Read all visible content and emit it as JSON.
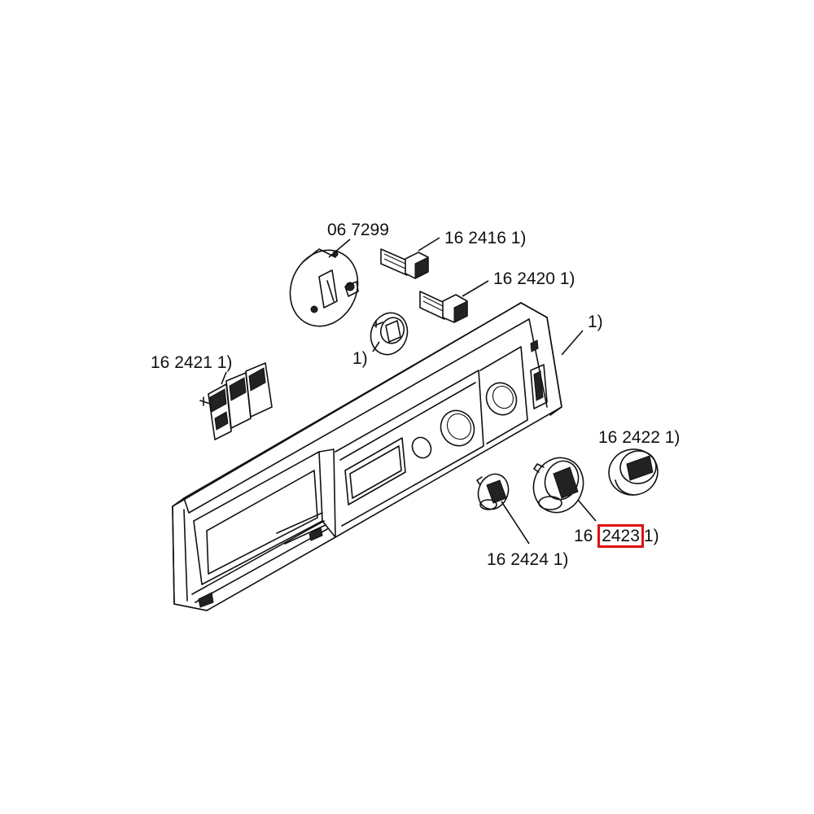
{
  "labels": {
    "part_067299": "06 7299",
    "part_162416": "16 2416 1)",
    "part_162420": "16 2420 1)",
    "part_panel": "1)",
    "part_knob_small": "1)",
    "part_162421": "16 2421 1)",
    "part_162422": "16 2422 1)",
    "part_162423_prefix": "16",
    "part_162423_highlight": "2423",
    "part_162423_suffix": "1)",
    "part_162424": "16 2424 1)"
  },
  "colors": {
    "line": "#111111",
    "highlight_box": "#e01010",
    "background": "#ffffff"
  }
}
